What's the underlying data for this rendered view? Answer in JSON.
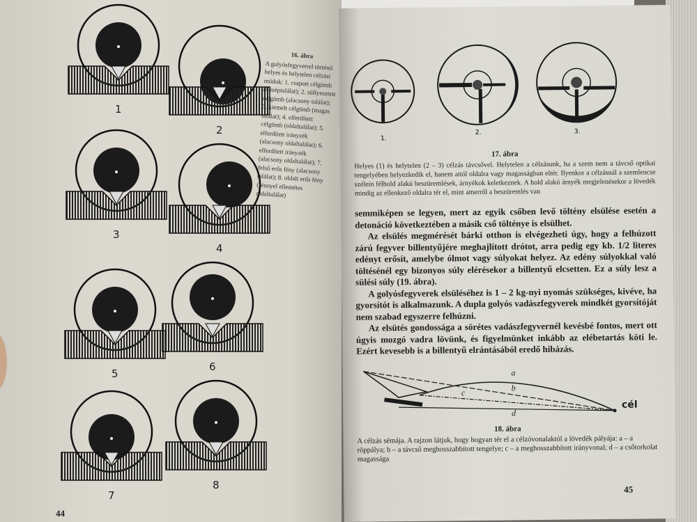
{
  "left_page": {
    "page_number": "44",
    "figure_numbers": [
      "1",
      "2",
      "3",
      "4",
      "5",
      "6",
      "7",
      "8"
    ],
    "caption_title": "16. ábra",
    "caption_text": "A golyósfegyverrel történő helyes és helytelen célzási módok: 1. csapott célgömb (középtalálat); 2. süllyesztett célgömb (alacsony találat); 3. kiemelt célgömb (magas találat); 4. elferdített célgömb (oldaltalálat); 5. elferdített irányzék (alacsony oldaltalálat); 6. elferdített irányzék (alacsony oldaltalálat); 7. felső erős fény (alacsony találat); 8. oldalt erős fény (fénnyel ellentétes oldaltalálat)"
  },
  "right_page": {
    "page_number": "45",
    "fig17": {
      "labels": [
        "1.",
        "2.",
        "3."
      ],
      "title": "17. ábra",
      "text": "Helyes (1) és helytelen (2 – 3) célzás távcsővel. Helytelen a célzásunk, ha a szem nem a távcső optikai tengelyében helyezkedik el, hanem attól oldalra vagy magasságban eltér. Ilyenkor a célzásnál a szemlencse szélein félhold alakú beszüremlések, árnyékok keletkeznek. A hold alakú árnyék megjelenésekor a lövedék mindig az ellenkező oldalra tér el, mint amerről a beszüremlés van"
    },
    "body": [
      "semmiképen se legyen, mert az egyik csőben levő töltény elsülése esetén a detonáció következtében a másik cső töltényе is elsülhet.",
      "Az elsülés megmérését bárki otthon is elvégezheti úgy, hogy a felhúzott zárú fegyver billentyűjére meghajlított drótot, arra pedig egy kb. 1/2 literes edényt erősít, amelybe ólmot vagy súlyokat helyez. Az edény súlyokkal való töltésénél egy bizonyos súly elérésekor a billentyű elcsetten. Ez a súly lesz a sülési súly (19. ábra).",
      "A golyósfegyverek elsüléséhez is 1 – 2 kg-nyi nyomás szükséges, kivéve, ha gyorsítót is alkalmazunk. A dupla golyós vadászfegyverek mindkét gyorsítóját nem szabad egyszerre felhúzni.",
      "Az elsütés gondossága a sörétes vadászfegyvernél kevésbé fontos, mert ott úgyis mozgó vadra lövünk, és figyelmünket inkább az elébetartás köti le. Ezért kevesebb is a billentyű elrántásából eredő hibázás."
    ],
    "fig18": {
      "line_labels": [
        "a",
        "b",
        "c",
        "d"
      ],
      "target_label": "cél",
      "title": "18. ábra",
      "text": "A célzás sémája. A rajzon látjuk, hogy hogyan tér el a célzóvonalaktól a lövedék pályája: a – a röppálya; b – a távcső meghosszabbított tengelye; c – a meghosszabbított irányvonal; d – a csőtorkolat magassága"
    }
  }
}
